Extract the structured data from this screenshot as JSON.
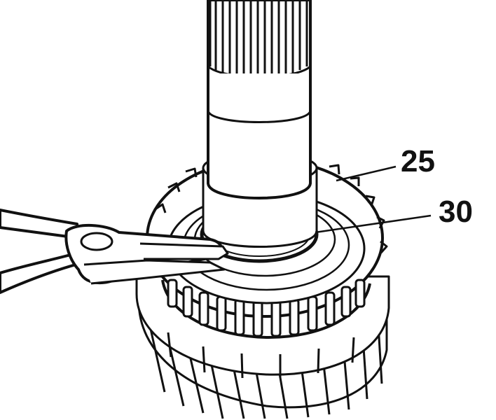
{
  "callouts": [
    {
      "id": "25",
      "label": "25"
    },
    {
      "id": "30",
      "label": "30"
    }
  ],
  "colors": {
    "ink": "#111111",
    "paper": "#ffffff",
    "shade": "#d9d9d9"
  }
}
